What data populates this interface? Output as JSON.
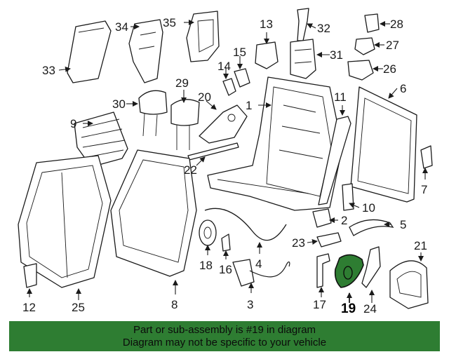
{
  "diagram": {
    "labels": [
      "1",
      "2",
      "3",
      "4",
      "5",
      "6",
      "7",
      "8",
      "9",
      "10",
      "11",
      "12",
      "13",
      "14",
      "15",
      "16",
      "17",
      "18",
      "19",
      "20",
      "21",
      "22",
      "23",
      "24",
      "25",
      "26",
      "27",
      "28",
      "29",
      "30",
      "31",
      "32",
      "33",
      "34",
      "35"
    ],
    "highlighted_part": "19",
    "highlight_color": "#2e7d32"
  },
  "banner": {
    "line1": "Part or sub-assembly is #19 in diagram",
    "line2": "Diagram may not be specific to your vehicle",
    "color": "#2e7d32"
  }
}
